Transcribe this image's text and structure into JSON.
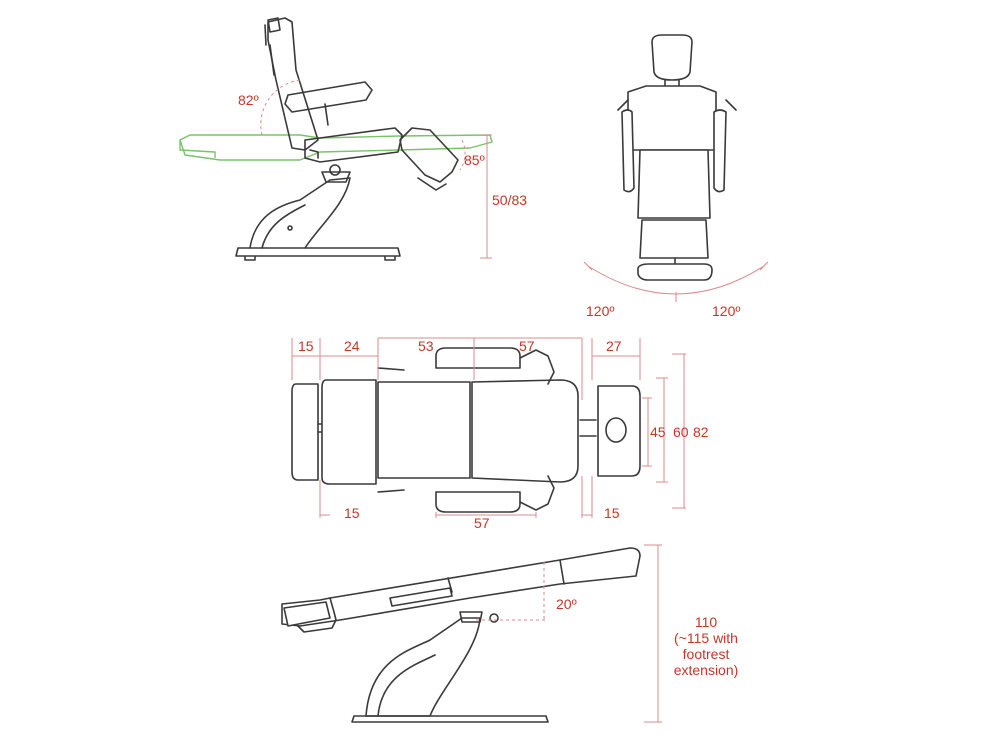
{
  "colors": {
    "dimension": "#c0392b",
    "outline": "#3a3a3a",
    "reclined_overlay": "#7ac36a"
  },
  "side_view": {
    "backrest_angle": "82º",
    "footrest_angle": "85º",
    "seat_height": "50/83"
  },
  "top_view": {
    "rotation_left": "120º",
    "rotation_right": "120º"
  },
  "plan_view": {
    "top_dims": [
      "15",
      "24",
      "53",
      "57",
      "27"
    ],
    "bottom_dims": [
      "15",
      "57",
      "15"
    ],
    "right_dims": [
      "45",
      "60",
      "82"
    ]
  },
  "flat_view": {
    "tilt_angle": "20º",
    "height_value": "110",
    "height_note_lines": [
      "(~115 with",
      "footrest",
      "extension)"
    ]
  }
}
